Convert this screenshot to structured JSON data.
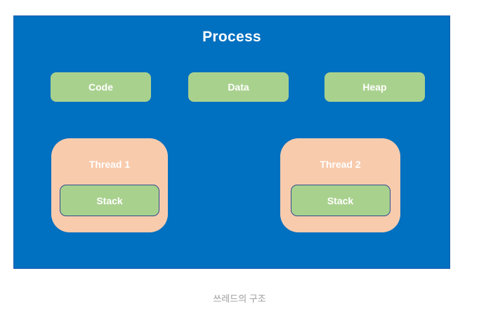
{
  "diagram": {
    "title": "Process",
    "memory_segments": [
      {
        "label": "Code"
      },
      {
        "label": "Data"
      },
      {
        "label": "Heap"
      }
    ],
    "threads": [
      {
        "label": "Thread 1",
        "stack": "Stack"
      },
      {
        "label": "Thread 2",
        "stack": "Stack"
      }
    ],
    "colors": {
      "process_fill": "#0070C0",
      "segment_fill": "#A9D18E",
      "thread_fill": "#F8CBAD",
      "stack_border": "#2E4D8E",
      "label_text": "#FFFFFF",
      "caption_text": "#9C9C9C"
    }
  },
  "caption": "쓰레드의 구조"
}
